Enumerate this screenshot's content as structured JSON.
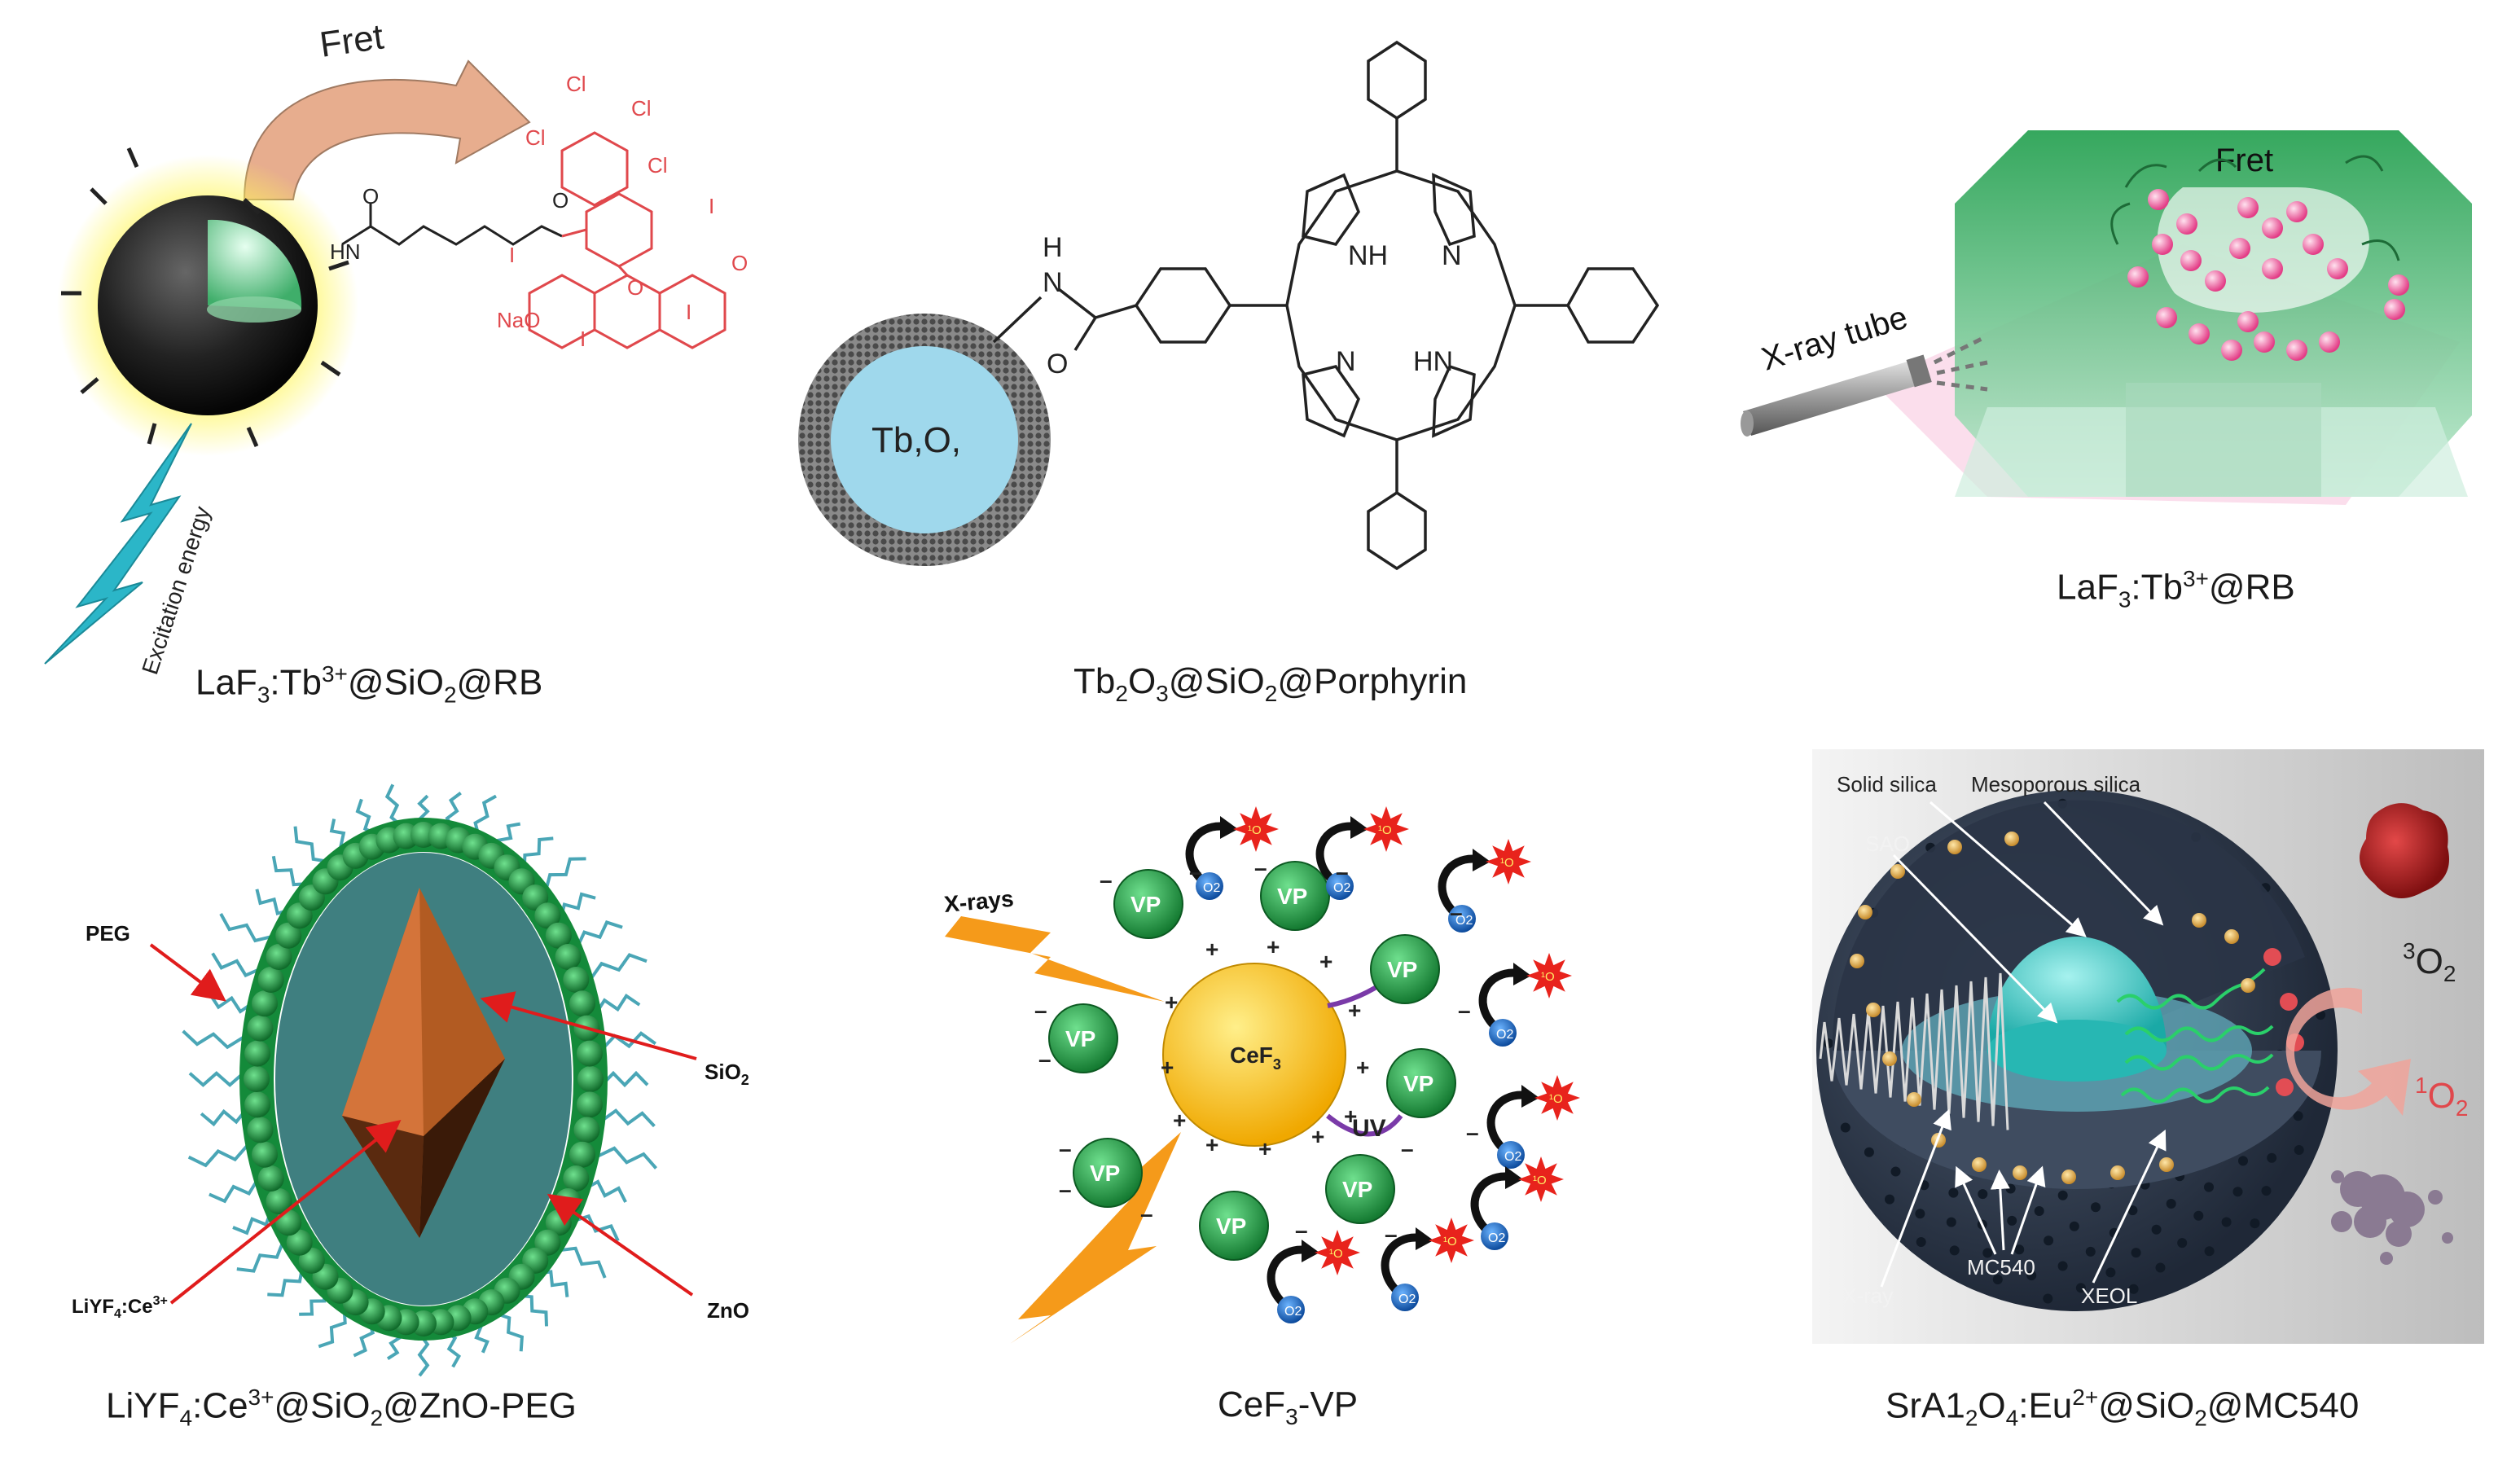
{
  "panels": {
    "p1": {
      "caption": {
        "a": "LaF",
        "a_sub": "3",
        "b": ":Tb",
        "b_sup": "3+",
        "c": "@SiO",
        "c_sub": "2",
        "d": "@RB"
      },
      "fret_label": "Fret",
      "excitation_label": "Excitation energy",
      "molecule_labels": {
        "cl1": "Cl",
        "cl2": "Cl",
        "cl3": "Cl",
        "cl4": "Cl",
        "i1": "I",
        "i2": "I",
        "i3": "I",
        "i4": "I",
        "o_ketone": "O",
        "hn": "HN",
        "o_amide": "O",
        "o_ester": "O",
        "o_ring": "O",
        "nao": "NaO"
      }
    },
    "p2": {
      "caption": {
        "a": "Tb",
        "a_sub": "2",
        "b": "O",
        "b_sub": "3",
        "c": "@SiO",
        "c_sub": "2",
        "d": "@Porphyrin"
      },
      "core_label": "Tb,O,",
      "h_label": "H",
      "n_label": "N",
      "o_label": "O",
      "nh_top": "NH",
      "n_top": "N",
      "n_bottom": "N",
      "hn_bottom": "HN"
    },
    "p3": {
      "caption": {
        "a": "LaF",
        "a_sub": "3",
        "b": ":Tb",
        "b_sup": "3+",
        "c": "@RB"
      },
      "tube_label": "X-ray tube",
      "fret_label": "Fret"
    },
    "p4": {
      "caption": {
        "a": "LiYF",
        "a_sub": "4",
        "b": ":Ce",
        "b_sup": "3+",
        "c": "@SiO",
        "c_sub": "2",
        "d": "@ZnO-PEG"
      },
      "peg": "PEG",
      "sio2": "SiO",
      "sio2_sub": "2",
      "liyf": "LiYF",
      "liyf_sub": "4",
      "liyf_rest": ":Ce",
      "liyf_sup": "3+",
      "zno": "ZnO"
    },
    "p5": {
      "caption": {
        "a": "CeF",
        "a_sub": "3",
        "b": "-VP"
      },
      "xrays": "X-rays",
      "core": "CeF",
      "core_sub": "3",
      "uv": "UV",
      "vp": "VP",
      "o2": "O",
      "o2_sub": "2",
      "o_star": "¹O"
    },
    "p6": {
      "caption": {
        "a": "SrA1",
        "a_sub": "2",
        "b": "O",
        "b_sub": "4",
        "c": ":Eu",
        "c_sup": "2+",
        "d": "@SiO",
        "d_sub": "2",
        "e": "@MC540"
      },
      "solid_silica": "Solid silica",
      "mesoporous_silica": "Mesoporous silica",
      "sao": "SAO",
      "xray": "X-ray",
      "mc540": "MC540",
      "xeol": "XEOL",
      "triplet_sup": "3",
      "triplet": "O",
      "triplet_sub": "2",
      "singlet_sup": "1",
      "singlet": "O",
      "singlet_sub": "2"
    }
  },
  "colors": {
    "fret_arrow": "#e7ad8e",
    "dye": "#e0484c",
    "lightning": "#2bb6c8",
    "silica_shell": "#7d7d7d",
    "tb_core": "#9fd8ec",
    "box_green": "#27b35a",
    "pink_sphere": "#ec5d9a",
    "red_arrow": "#e01c1c",
    "crystal": "#b25b22",
    "vp_green": "#1a9a3f",
    "cef3_core": "#f7c51a",
    "xray_orange": "#f59a1a",
    "nano_dark": "#3b4656",
    "sao_core": "#35c7c2"
  },
  "icons": [
    "fret-arrow-icon",
    "lightning-icon",
    "xray-tube-icon",
    "red-arrow-icon",
    "explosion-icon",
    "oxygen-ball-icon",
    "curved-arrow-icon"
  ]
}
